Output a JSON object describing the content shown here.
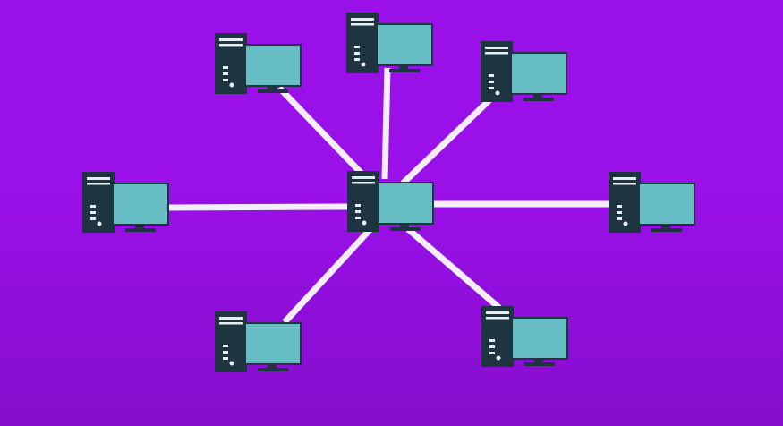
{
  "diagram": {
    "topology": "star",
    "colors": {
      "background": "#9a10e8",
      "cable": "#f4eefc",
      "tower": "#1f3441",
      "tower_detail": "#e7eef2",
      "screen": "#66bec4",
      "monitor_frame": "#1f3441"
    },
    "nodes": [
      {
        "id": "hub",
        "role": "central-computer",
        "icon": "desktop-computer-icon"
      },
      {
        "id": "top-left",
        "role": "client-computer",
        "icon": "desktop-computer-icon"
      },
      {
        "id": "top-center",
        "role": "client-computer",
        "icon": "desktop-computer-icon"
      },
      {
        "id": "top-right",
        "role": "client-computer",
        "icon": "desktop-computer-icon"
      },
      {
        "id": "left",
        "role": "client-computer",
        "icon": "desktop-computer-icon"
      },
      {
        "id": "right",
        "role": "client-computer",
        "icon": "desktop-computer-icon"
      },
      {
        "id": "bottom-left",
        "role": "client-computer",
        "icon": "desktop-computer-icon"
      },
      {
        "id": "bottom-right",
        "role": "client-computer",
        "icon": "desktop-computer-icon"
      }
    ],
    "links": [
      {
        "from": "hub",
        "to": "top-left"
      },
      {
        "from": "hub",
        "to": "top-center"
      },
      {
        "from": "hub",
        "to": "top-right"
      },
      {
        "from": "hub",
        "to": "left"
      },
      {
        "from": "hub",
        "to": "right"
      },
      {
        "from": "hub",
        "to": "bottom-left"
      },
      {
        "from": "hub",
        "to": "bottom-right"
      }
    ]
  }
}
